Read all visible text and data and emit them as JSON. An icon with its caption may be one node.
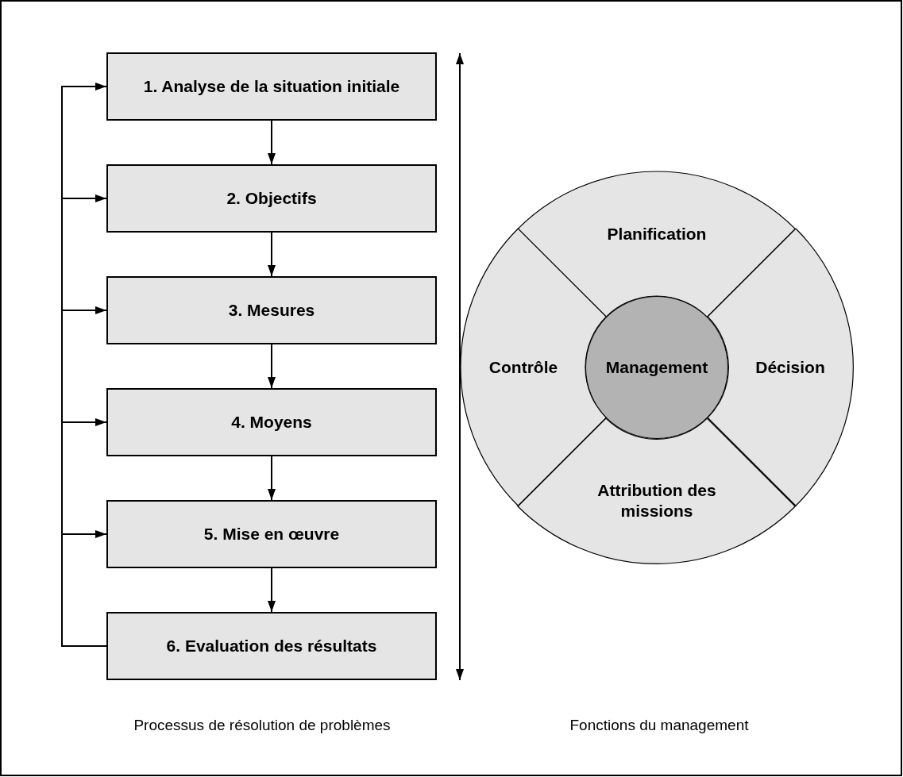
{
  "diagram": {
    "nodes": [
      {
        "text": [
          "1. Analyse de la situation initiale"
        ]
      },
      {
        "text": [
          "2. Objectifs"
        ]
      },
      {
        "text": [
          "3. Mesures"
        ]
      },
      {
        "text": [
          "4. Moyens"
        ]
      },
      {
        "text": [
          "5. Mise en œuvre"
        ]
      },
      {
        "text": [
          "6. Evaluation des résultats"
        ]
      },
      {
        "text": [
          "Planification"
        ]
      },
      {
        "text": [
          "Contrôle"
        ]
      },
      {
        "text": [
          "Management"
        ]
      },
      {
        "text": [
          "Décision"
        ]
      },
      {
        "text": [
          "Attribution des missions"
        ]
      }
    ],
    "edges": [
      {
        "from": 0,
        "to": 1,
        "arrow": "to"
      },
      {
        "from": 1,
        "to": 2,
        "arrow": "to"
      },
      {
        "from": 2,
        "to": 3,
        "arrow": "to"
      },
      {
        "from": 3,
        "to": 4,
        "arrow": "to"
      },
      {
        "from": 4,
        "to": 5,
        "arrow": "to"
      },
      {
        "from": 5,
        "to": 0,
        "arrow": "to"
      },
      {
        "from": 5,
        "to": 1,
        "arrow": "to"
      },
      {
        "from": 5,
        "to": 2,
        "arrow": "to"
      },
      {
        "from": 5,
        "to": 3,
        "arrow": "to"
      },
      {
        "from": 5,
        "to": 4,
        "arrow": "to"
      }
    ],
    "labels": [
      "Processus de résolution de problèmes",
      "Fonctions du management"
    ]
  }
}
